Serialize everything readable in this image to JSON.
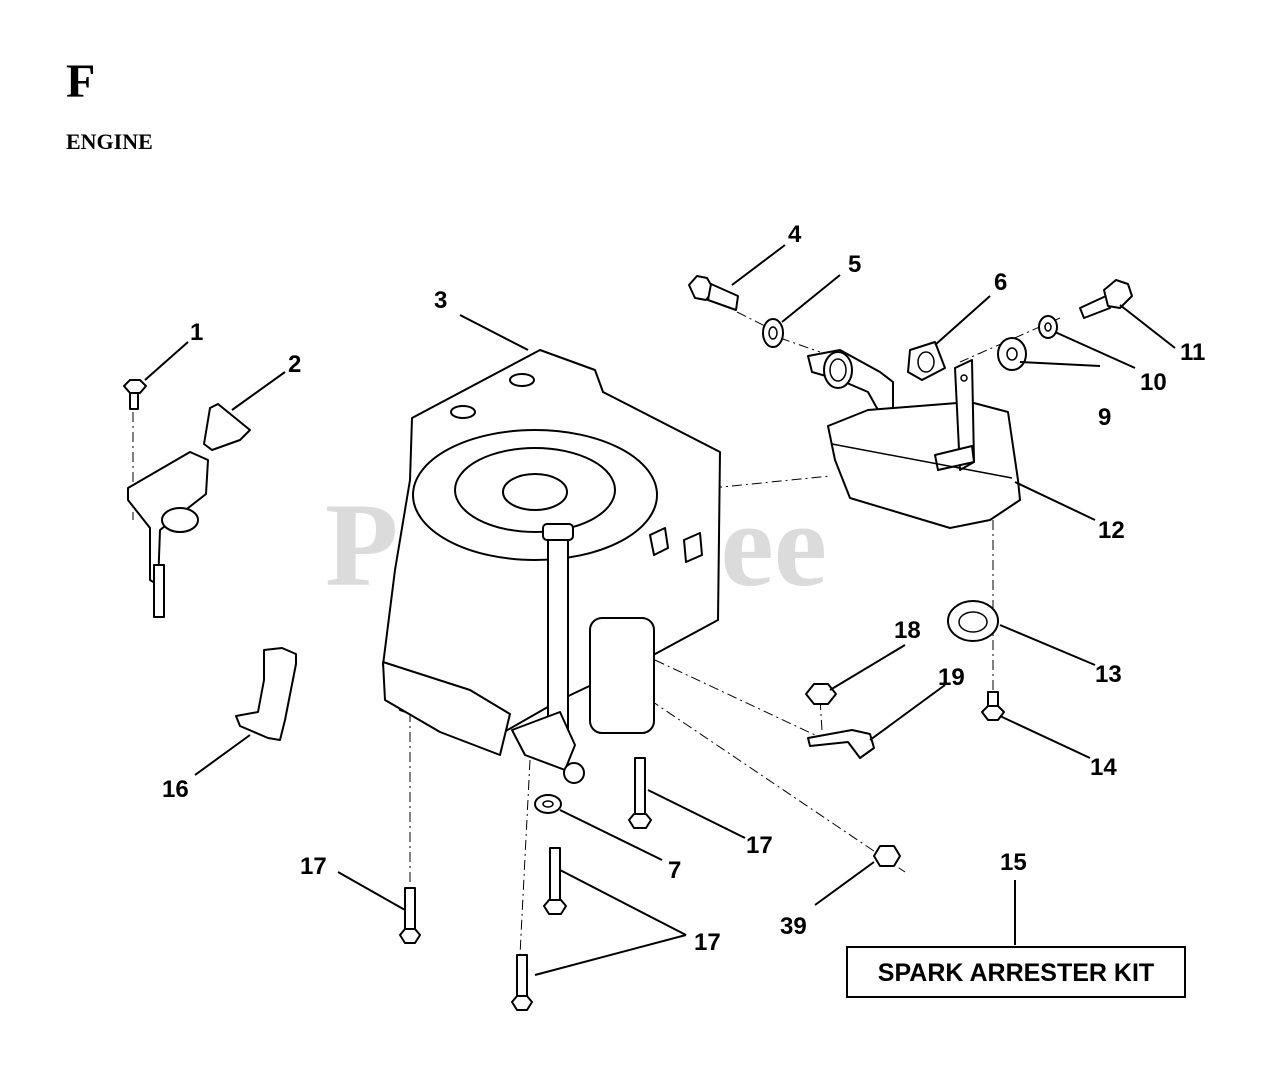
{
  "section": {
    "letter": "F",
    "name": "ENGINE"
  },
  "watermark": "PartsTree",
  "callouts": {
    "c1": "1",
    "c2": "2",
    "c3": "3",
    "c4": "4",
    "c5": "5",
    "c6": "6",
    "c7": "7",
    "c9": "9",
    "c10": "10",
    "c11": "11",
    "c12": "12",
    "c13": "13",
    "c14": "14",
    "c15": "15",
    "c16": "16",
    "c17a": "17",
    "c17b": "17",
    "c17c": "17",
    "c18": "18",
    "c19": "19",
    "c39": "39"
  },
  "kit_box": {
    "label": "SPARK ARRESTER KIT"
  },
  "colors": {
    "ink": "#000000",
    "paper": "#ffffff",
    "watermark": "#bfbfbf"
  }
}
